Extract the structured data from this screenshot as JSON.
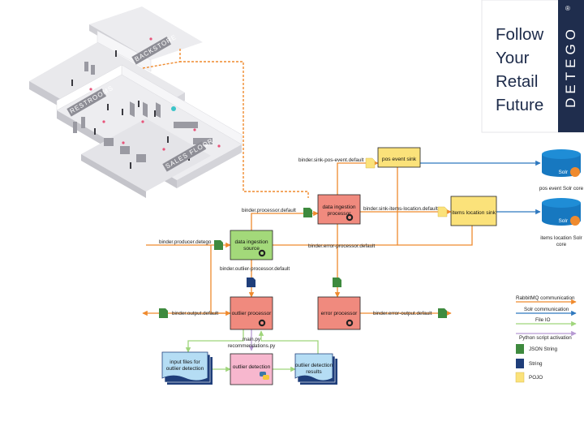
{
  "branding": {
    "tagline": [
      "Follow",
      "Your",
      "Retail",
      "Future"
    ],
    "logo": "DETEGO",
    "registered": "®"
  },
  "floorplan": {
    "rooms": [
      "BACKSTORE",
      "RESTROOMS",
      "SALES FLOOR"
    ]
  },
  "nodes": {
    "pos_event_sink": "pos event sink",
    "data_ingestion_processor": [
      "data ingestion",
      "processor"
    ],
    "items_location_sink": "items location sink",
    "data_ingestion_source": [
      "data ingestion",
      "source"
    ],
    "outlier_processor": "outlier processor",
    "error_processor": "error processor",
    "input_files": [
      "input files for",
      "outlier detection"
    ],
    "outlier_detection": "outlier detection",
    "outlier_results": [
      "outlier detection",
      "results"
    ],
    "solr_pos": "pos event Solr core",
    "solr_items": [
      "items location Solr",
      "core"
    ],
    "solr_logo": "Solr"
  },
  "edges": {
    "sink_pos_event": "binder.sink-pos-event.default",
    "processor_default": "binder.processor.default",
    "sink_items_location": "binder.sink-items-location.default",
    "producer": "binder.producer.detego",
    "error_processor": "binder.error-processor.default",
    "outlier_processor": "binder.outlier-processor.default",
    "output": "binder.output.default",
    "error_output": "binder.error-output.default",
    "scripts": [
      "main.py",
      "recommendations.py"
    ]
  },
  "legend": {
    "rabbitmq": "RabbitMQ communication",
    "solr": "Solr communication",
    "fileio": "File IO",
    "python": "Python script activation",
    "json": "JSON String",
    "string": "String",
    "pojo": "POJO"
  },
  "colors": {
    "rabbitmq": "#ef8a2e",
    "solr": "#2f79bf",
    "fileio": "#9fd57b",
    "python": "#b79ad3",
    "json": "#3e8a3e",
    "string": "#1f3e7a",
    "pojo": "#fbe27a",
    "sink": "#fbe27a",
    "processor": "#f08a7e",
    "source": "#a3d97a",
    "detection": "#f7b7ce",
    "files": "#b5ddf4",
    "solr_core": "#1778c0",
    "brand": "#1f2d4d"
  }
}
